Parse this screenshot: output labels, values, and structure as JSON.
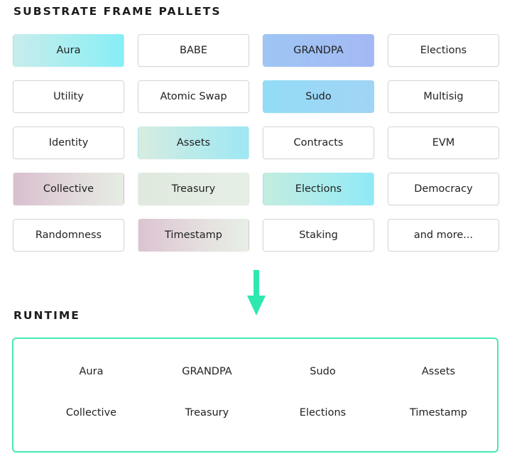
{
  "pallets_section": {
    "title": "SUBSTRATE FRAME PALLETS",
    "items": [
      {
        "label": "Aura",
        "fill": "linear-gradient(90deg, #c8ecec 0%, #a8eef0 50%, #86eef6 100%)"
      },
      {
        "label": "BABE",
        "fill": ""
      },
      {
        "label": "GRANDPA",
        "fill": "linear-gradient(90deg, #9ec6f4 0%, #a4b8f4 100%)"
      },
      {
        "label": "Elections",
        "fill": ""
      },
      {
        "label": "Utility",
        "fill": ""
      },
      {
        "label": "Atomic Swap",
        "fill": ""
      },
      {
        "label": "Sudo",
        "fill": "linear-gradient(90deg, #93dcf6 0%, #a1d4f5 100%)"
      },
      {
        "label": "Multisig",
        "fill": ""
      },
      {
        "label": "Identity",
        "fill": ""
      },
      {
        "label": "Assets",
        "fill": "linear-gradient(90deg, #d8ece0 0%, #b8eaea 50%, #9ee8f4 100%)"
      },
      {
        "label": "Contracts",
        "fill": ""
      },
      {
        "label": "EVM",
        "fill": ""
      },
      {
        "label": "Collective",
        "fill": "linear-gradient(90deg, #d9bfcf 0%, #e2dcdc 60%, #e6ece4 100%)"
      },
      {
        "label": "Treasury",
        "fill": "linear-gradient(90deg, #dfe9dd 0%, #e6efe6 100%)"
      },
      {
        "label": "Elections",
        "fill": "linear-gradient(90deg, #c3ecdf 0%, #a9ecee 55%, #8fe9f6 100%)"
      },
      {
        "label": "Democracy",
        "fill": ""
      },
      {
        "label": "Randomness",
        "fill": ""
      },
      {
        "label": "Timestamp",
        "fill": "linear-gradient(90deg, #dcc3d2 0%, #e4dede 55%, #e7efe6 100%)"
      },
      {
        "label": "Staking",
        "fill": ""
      },
      {
        "label": "and more...",
        "fill": ""
      }
    ]
  },
  "arrow_color": "#2ee8b0",
  "runtime_section": {
    "title": "RUNTIME",
    "border_color": "#45e8b6",
    "items": [
      "Aura",
      "GRANDPA",
      "Sudo",
      "Assets",
      "Collective",
      "Treasury",
      "Elections",
      "Timestamp"
    ]
  }
}
